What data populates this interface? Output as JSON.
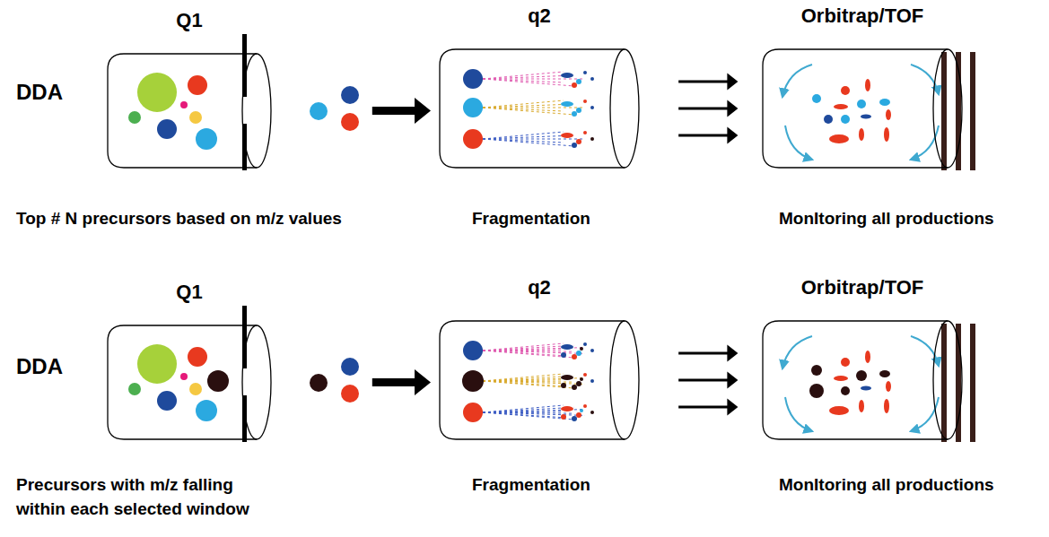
{
  "diagram": {
    "nodes": [
      {
        "text": [
          "Q1"
        ]
      },
      {
        "text": [
          "q2"
        ]
      },
      {
        "text": [
          "Orbitrap/TOF"
        ]
      },
      {
        "text": [
          "Q1"
        ]
      },
      {
        "text": [
          "q2"
        ]
      },
      {
        "text": [
          "Orbitrap/TOF"
        ]
      }
    ],
    "edges": [
      {
        "from": 0,
        "to": 1,
        "arrow": "to"
      },
      {
        "from": 1,
        "to": 2,
        "arrow": "to"
      },
      {
        "from": 3,
        "to": 4,
        "arrow": "to"
      },
      {
        "from": 4,
        "to": 5,
        "arrow": "to"
      }
    ],
    "labels": [
      "DDA",
      "Top # N precursors based on m/z values",
      "Fragmentation",
      "MonItoring all productions",
      "DDA",
      "Precursors with m/z falling within each selected window",
      "Fragmentation",
      "MonItoring all productions"
    ]
  }
}
